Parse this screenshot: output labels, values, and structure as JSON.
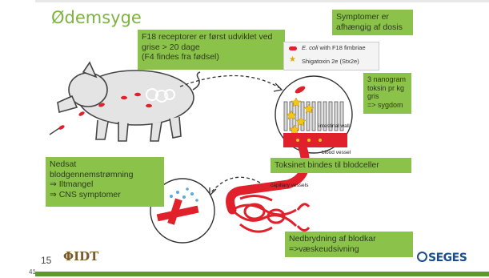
{
  "title": "Ødemsyge",
  "boxes": {
    "receptor": [
      "F18 receptorer er først udviklet ved",
      "grise > 20 dage",
      "(F4 findes fra fødsel)"
    ],
    "symptoms_dose": [
      "Symptomer er",
      "afhængig af dosis"
    ],
    "nanogram": [
      "3 nanogram",
      "toksin pr kg",
      "gris",
      "=> sygdom"
    ],
    "bloodflow": [
      "Nedsat",
      "blodgennemstrømning",
      "⇒  Iltmangel",
      "⇒  CNS symptomer"
    ],
    "toxin_binds": "Toksinet bindes til blodceller",
    "breakdown": [
      "Nedbrydning af blodkar",
      "=>væskeudsivning"
    ]
  },
  "legend": {
    "ecoli": "E. coli",
    "ecoli_suffix": " with F18 fimbriae",
    "stx": "Shigatoxin 2e (Stx2e)"
  },
  "labels": {
    "intestinal_wall": "intestinal wall",
    "blood_vessel": "blood vessel",
    "capillary": "capillary vessels"
  },
  "footer": {
    "page_number": "15",
    "slide_number": "41",
    "logo_left": "ΦIDT",
    "logo_right": "SEGES"
  },
  "colors": {
    "green_box": "#8bc34a",
    "title_green": "#7cb342",
    "blood_red": "#e0202a",
    "bottom_bar": "#5a9b2e"
  }
}
